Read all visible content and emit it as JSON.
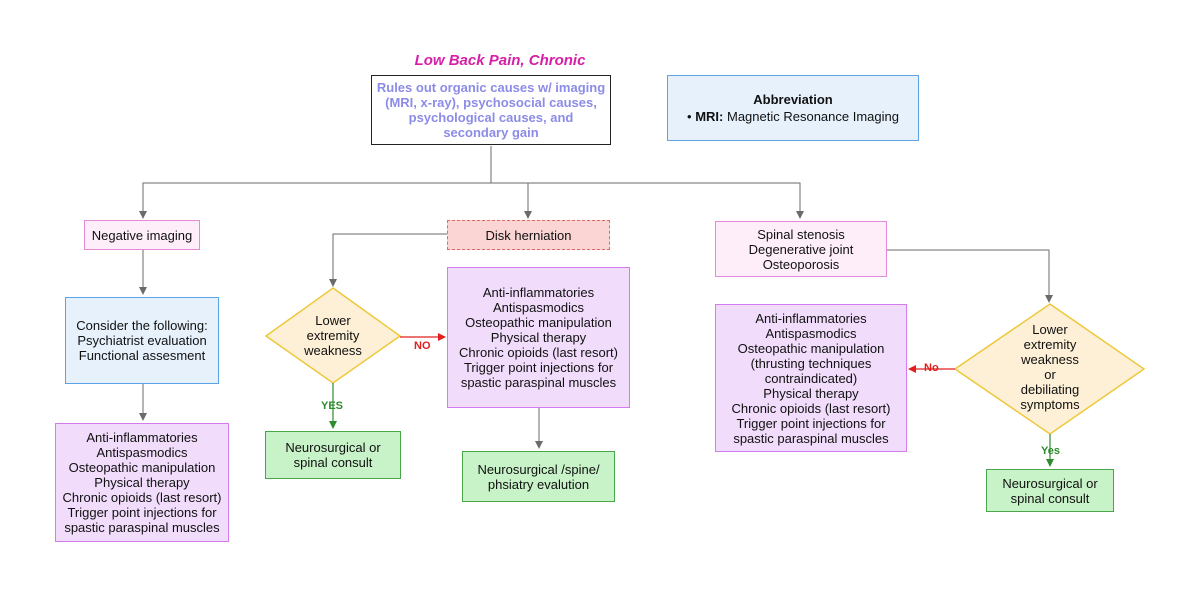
{
  "title": "Low Back Pain, Chronic",
  "colors": {
    "title": "#d61fa7",
    "root_text": "#8c8ce8",
    "no_label": "#e02020",
    "yes_label": "#2e8b2e",
    "connector": "#6b6b6b"
  },
  "root": {
    "text": "Rules out organic causes w/ imaging\n(MRI, x-ray), psychosocial causes,\npsychological causes, and\nsecondary gain"
  },
  "abbreviation": {
    "heading": "Abbreviation",
    "bullet": "•",
    "term": "MRI:",
    "definition": "Magnetic Resonance Imaging"
  },
  "branches": {
    "negative_imaging": {
      "label": "Negative imaging",
      "consider": "Consider the following:\nPsychiatrist evaluation\nFunctional assesment",
      "treatments": "Anti-inflammatories\nAntispasmodics\nOsteopathic manipulation\nPhysical therapy\nChronic opioids (last resort)\nTrigger point injections for\nspastic paraspinal muscles"
    },
    "disk_herniation": {
      "label": "Disk herniation",
      "decision": "Lower\nextremity\nweakness",
      "no_label": "NO",
      "yes_label": "YES",
      "yes_result": "Neurosurgical or\nspinal consult",
      "no_treatments": "Anti-inflammatories\nAntispasmodics\nOsteopathic manipulation\nPhysical therapy\nChronic opioids (last resort)\nTrigger point injections for\nspastic paraspinal muscles",
      "followup": "Neurosurgical /spine/\nphsiatry evalution"
    },
    "spinal_stenosis": {
      "label": "Spinal stenosis\nDegenerative joint\nOsteoporosis",
      "decision": "Lower\nextremity\nweakness\nor\ndebiliating\nsymptoms",
      "no_label": "No",
      "yes_label": "Yes",
      "no_treatments": "Anti-inflammatories\nAntispasmodics\nOsteopathic manipulation\n(thrusting techniques\ncontraindicated)\nPhysical therapy\nChronic opioids (last resort)\nTrigger point injections for\nspastic paraspinal muscles",
      "yes_result": "Neurosurgical or\nspinal consult"
    }
  }
}
